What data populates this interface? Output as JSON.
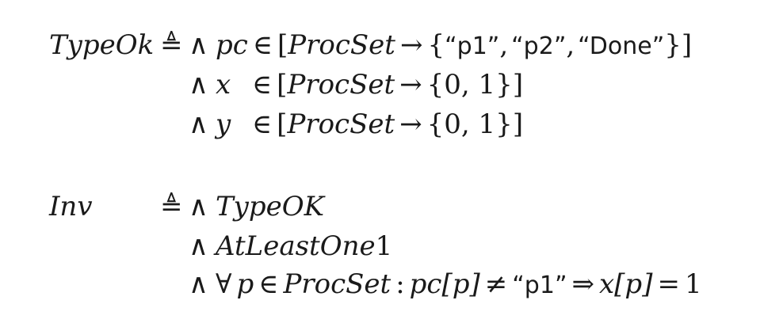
{
  "typeok_block": {
    "name": "TypeOk",
    "defeq": "≜",
    "lines": [
      {
        "conj": "∧",
        "var": "pc",
        "in": "∈",
        "open": "[",
        "set": "ProcSet",
        "arrow": "→",
        "range_open": "{",
        "s1": "“p1”",
        "comma1": ",",
        "s2": "“p2”",
        "comma2": ",",
        "s3": "“Done”",
        "range_close": "}",
        "close": "]"
      },
      {
        "conj": "∧",
        "var": "x",
        "in": "∈",
        "open": "[",
        "set": "ProcSet",
        "arrow": "→",
        "range": "{0, 1}",
        "close": "]"
      },
      {
        "conj": "∧",
        "var": "y",
        "in": "∈",
        "open": "[",
        "set": "ProcSet",
        "arrow": "→",
        "range": "{0, 1}",
        "close": "]"
      }
    ]
  },
  "inv_block": {
    "name": "Inv",
    "defeq": "≜",
    "lines": [
      {
        "conj": "∧",
        "term": "TypeOK"
      },
      {
        "conj": "∧",
        "term": "AtLeastOne",
        "suffix": "1"
      },
      {
        "conj": "∧",
        "forall": "∀",
        "var": "p",
        "in": "∈",
        "set": "ProcSet",
        "colon": ":",
        "pc": "pc",
        "idx1": "[p]",
        "neq": "≠",
        "str": "“p1”",
        "implies": "⇒",
        "x": "x",
        "idx2": "[p]",
        "eq": "=",
        "one": "1"
      }
    ]
  }
}
